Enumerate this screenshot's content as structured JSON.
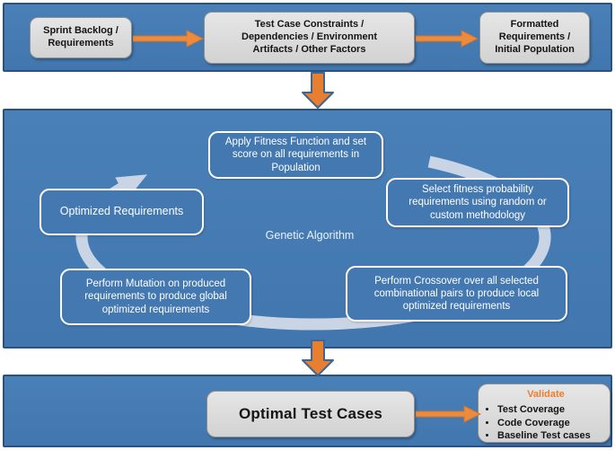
{
  "colors": {
    "band_fill": "#4478b0",
    "band_border": "#2b5181",
    "gray_box_fill": "#d9d9d9",
    "orange": "#e87e2f",
    "arrow_outline": "#3d6695",
    "cycle_arc": "#c9d5e4",
    "validate_title": "#ed7d31"
  },
  "top_row": {
    "boxes": [
      {
        "label": "Sprint Backlog / Requirements"
      },
      {
        "label": "Test Case Constraints / Dependencies / Environment Artifacts / Other Factors"
      },
      {
        "label": "Formatted Requirements / Initial Population"
      }
    ]
  },
  "genetic_algorithm": {
    "label": "Genetic Algorithm",
    "steps": {
      "fitness": "Apply Fitness Function and set score on all requirements in Population",
      "select": "Select fitness probability requirements using random or custom methodology",
      "crossover": "Perform Crossover over all selected combinational pairs to produce local optimized requirements",
      "mutation": "Perform Mutation on produced requirements to produce global optimized requirements",
      "optimized": "Optimized Requirements"
    }
  },
  "bottom_row": {
    "result_label": "Optimal Test Cases",
    "validate": {
      "title": "Validate",
      "items": [
        "Test Coverage",
        "Code Coverage",
        "Baseline Test cases"
      ]
    }
  }
}
